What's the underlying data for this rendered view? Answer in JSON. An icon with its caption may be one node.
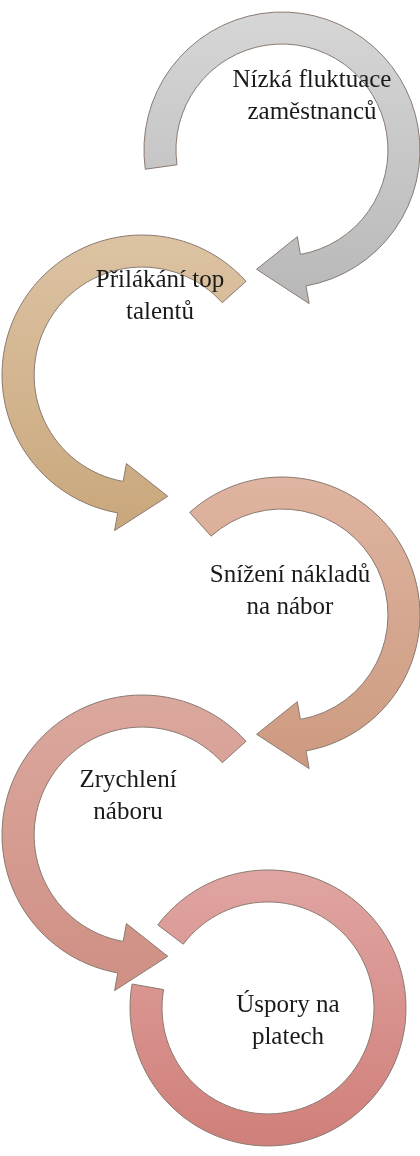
{
  "diagram": {
    "nodes": [
      {
        "text": [
          "Nízká fluktuace zaměstnanců"
        ]
      },
      {
        "text": [
          "Přilákání top talentů"
        ]
      },
      {
        "text": [
          "Snížení nákladů na nábor"
        ]
      },
      {
        "text": [
          "Zrychlení náboru"
        ]
      },
      {
        "text": [
          "Úspory na platech"
        ]
      }
    ]
  }
}
